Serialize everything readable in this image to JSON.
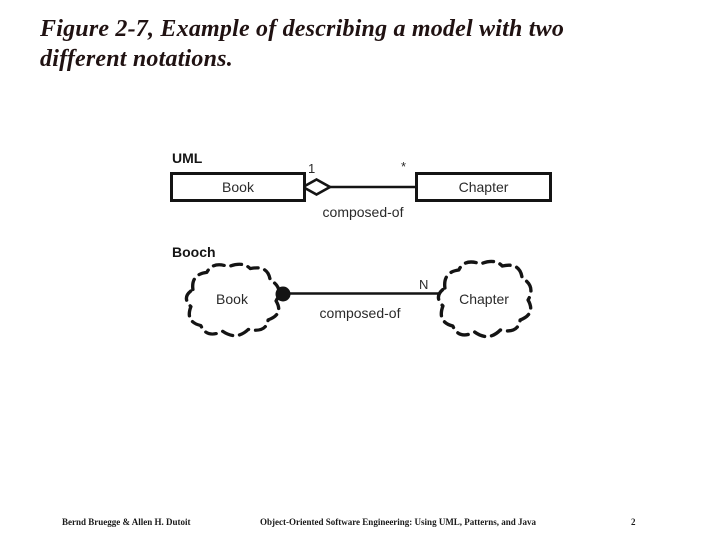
{
  "title": {
    "line1": "Figure 2-7, Example of describing a model with two",
    "line2": "different notations."
  },
  "uml": {
    "section_label": "UML",
    "class_left": "Book",
    "class_right": "Chapter",
    "multiplicity_left": "1",
    "multiplicity_right": "*",
    "association_label": "composed-of"
  },
  "booch": {
    "section_label": "Booch",
    "class_left": "Book",
    "class_right": "Chapter",
    "multiplicity_right": "N",
    "association_label": "composed-of"
  },
  "footer": {
    "left": "Bernd Bruegge & Allen H. Dutoit",
    "center": "Object-Oriented Software Engineering: Using UML, Patterns, and Java",
    "page": "2"
  },
  "icons": {
    "aggregation": "aggregation-diamond-icon",
    "containment": "containment-circle-icon",
    "cloud": "booch-cloud-shape"
  },
  "colors": {
    "background": "#ffffff",
    "ink": "#141414",
    "text": "#2a2a2a"
  }
}
